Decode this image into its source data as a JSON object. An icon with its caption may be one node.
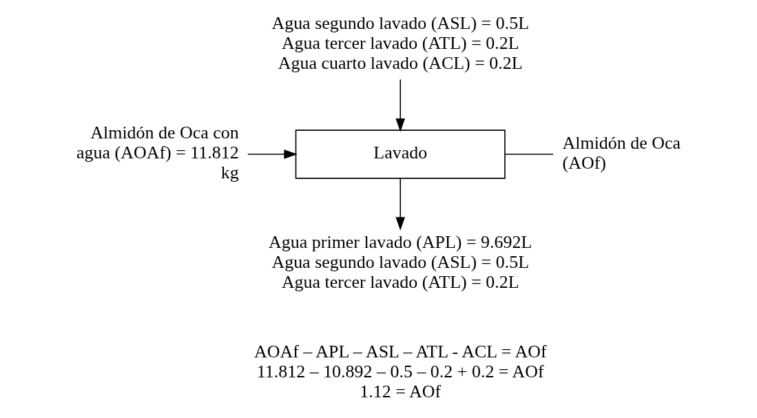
{
  "diagram": {
    "nodes": [
      {
        "text": [
          "Agua segundo lavado (ASL) = 0.5L",
          "Agua tercer lavado (ATL) = 0.2L",
          "Agua cuarto lavado (ACL) = 0.2L"
        ]
      },
      {
        "text": [
          "Almidón de Oca con agua (AOAf) = 11.812 kg"
        ]
      },
      {
        "text": [
          "Lavado"
        ]
      },
      {
        "text": [
          "Almidón de Oca (AOf)"
        ]
      },
      {
        "text": [
          "Agua primer lavado (APL) = 9.692L",
          "Agua segundo lavado (ASL) = 0.5L",
          "Agua tercer lavado (ATL) = 0.2L"
        ]
      }
    ],
    "edges": [
      {
        "from": 0,
        "to": 2,
        "arrow": "to"
      },
      {
        "from": 1,
        "to": 2,
        "arrow": "to"
      },
      {
        "from": 2,
        "to": 3,
        "arrow": "none"
      },
      {
        "from": 2,
        "to": 4,
        "arrow": "to"
      }
    ],
    "labels": [
      "AOAf – APL – ASL – ATL - ACL = AOf",
      "11.812 – 10.892 – 0.5 – 0.2 + 0.2 = AOf",
      "1.12 = AOf"
    ]
  }
}
